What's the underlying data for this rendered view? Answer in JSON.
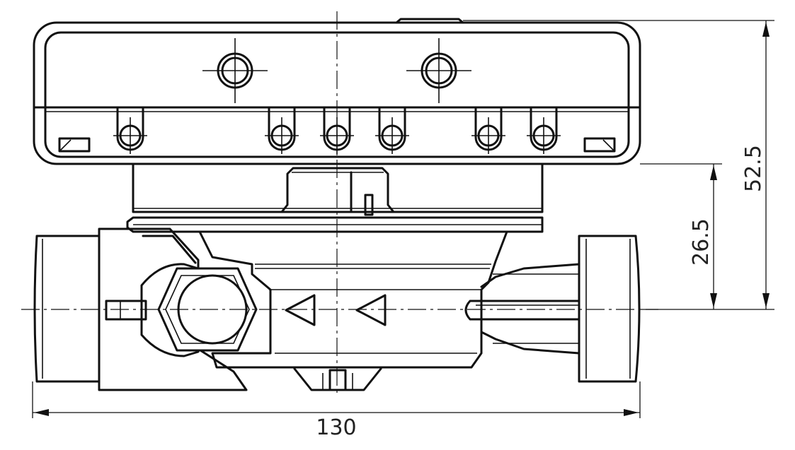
{
  "dimensions": {
    "overall_length": "130",
    "total_height": "52.5",
    "axis_to_housing": "26.5"
  }
}
